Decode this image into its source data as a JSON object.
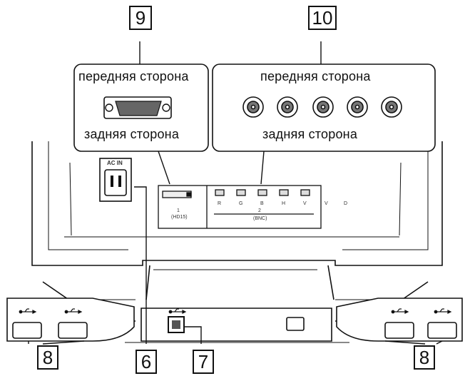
{
  "callouts": {
    "c6": "6",
    "c7": "7",
    "c8_left": "8",
    "c8_right": "8",
    "c9": "9",
    "c10": "10"
  },
  "panel_vga": {
    "front_label": "передняя сторона",
    "rear_label": "задняя сторона"
  },
  "panel_bnc": {
    "front_label": "передняя сторона",
    "rear_label": "задняя сторона"
  },
  "power": {
    "label": "AC IN"
  },
  "input1": {
    "label": "1",
    "sub": "(HD15)"
  },
  "input2": {
    "label": "2",
    "sub": "(BNC)",
    "pins": [
      "R",
      "G",
      "B",
      "H",
      "V"
    ]
  },
  "extra_letters": [
    "V",
    "D"
  ]
}
